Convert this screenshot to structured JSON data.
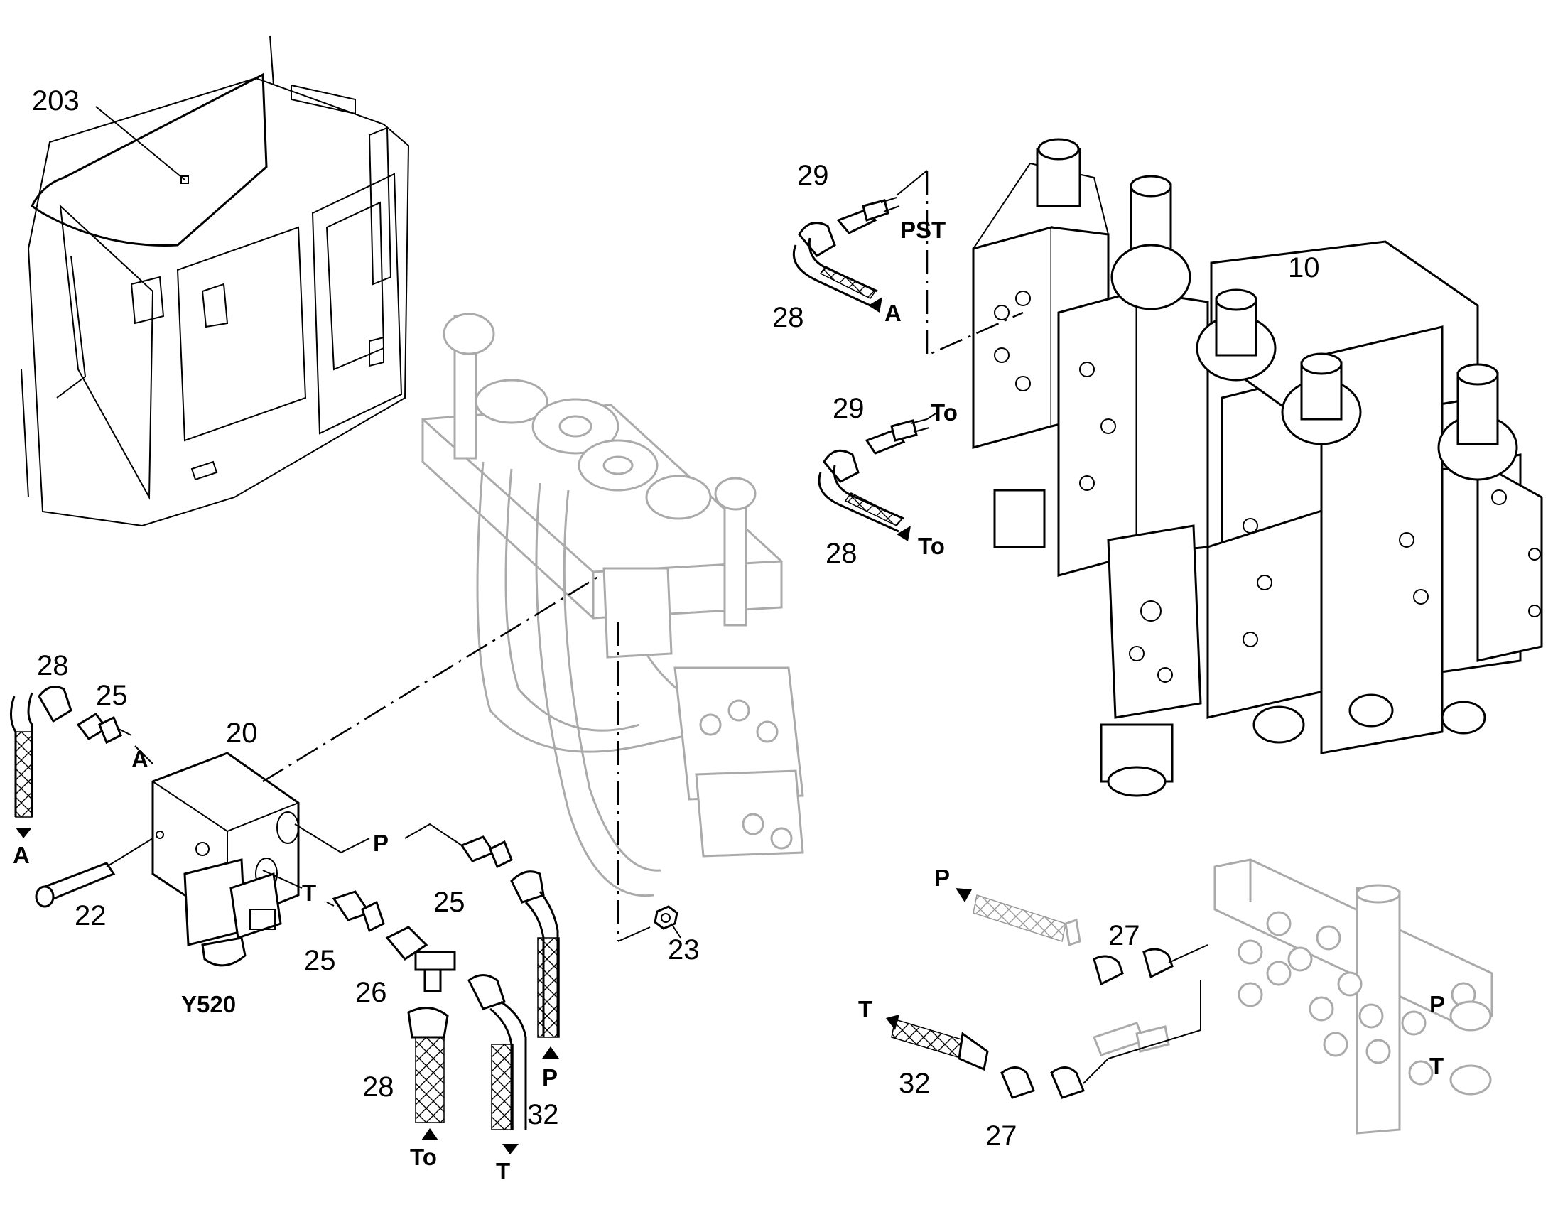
{
  "callouts": {
    "cab": "203",
    "valve_block": "10",
    "solenoid_block": "20",
    "screw": "22",
    "nut": "23",
    "adapter": "25",
    "tee": "26",
    "elbow": "27",
    "hose": "28",
    "plug": "29",
    "hose_t": "32"
  },
  "ports": {
    "A": "A",
    "P": "P",
    "T": "T",
    "To": "To",
    "PST": "PST"
  },
  "component_tag": "Y520"
}
